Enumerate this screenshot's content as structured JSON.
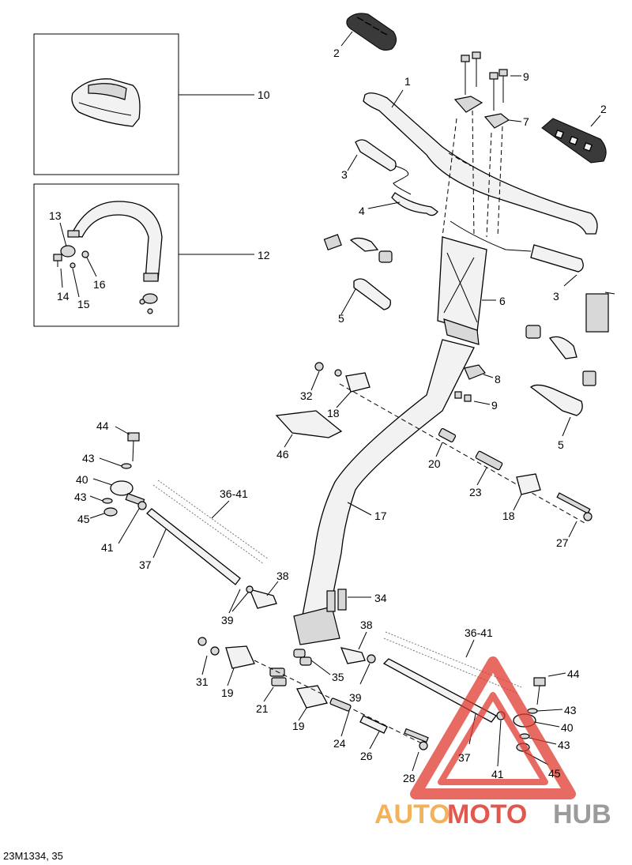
{
  "reference_code": "23M1334, 35",
  "watermark": {
    "text_auto": "AUTO",
    "text_moto": "MOTO",
    "text_hub": "HUB",
    "colors": {
      "red": "#e03a2f",
      "orange": "#f3a53b",
      "gray": "#8a8a8a"
    }
  },
  "callouts": {
    "c1": "1",
    "c2a": "2",
    "c2b": "2",
    "c3a": "3",
    "c3b": "3",
    "c4": "4",
    "c5a": "5",
    "c5b": "5",
    "c6": "6",
    "c7": "7",
    "c8": "8",
    "c9a": "9",
    "c9b": "9",
    "c10": "10",
    "c12": "12",
    "c13": "13",
    "c14": "14",
    "c15": "15",
    "c16": "16",
    "c17": "17",
    "c18a": "18",
    "c18b": "18",
    "c19a": "19",
    "c19b": "19",
    "c20": "20",
    "c21": "21",
    "c23": "23",
    "c24": "24",
    "c26": "26",
    "c27": "27",
    "c28": "28",
    "c31": "31",
    "c32": "32",
    "c34": "34",
    "c35": "35",
    "c36a": "36-41",
    "c36b": "36-41",
    "c37a": "37",
    "c37b": "37",
    "c38a": "38",
    "c38b": "38",
    "c39a": "39",
    "c39b": "39",
    "c40a": "40",
    "c40b": "40",
    "c41a": "41",
    "c41b": "41",
    "c43a": "43",
    "c43b": "43",
    "c43c": "43",
    "c43d": "43",
    "c44a": "44",
    "c44b": "44",
    "c45a": "45",
    "c45b": "45",
    "c46": "46"
  }
}
